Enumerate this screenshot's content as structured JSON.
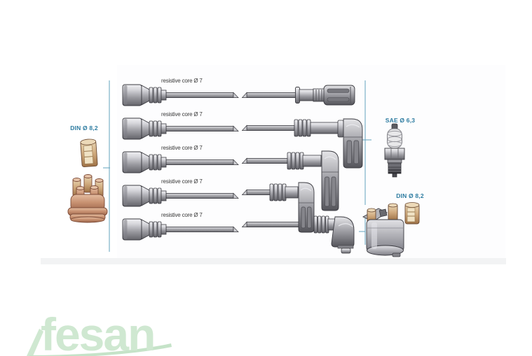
{
  "watermark": {
    "brand": "fesan",
    "color": "#cfe8d1"
  },
  "labels": {
    "distributor_standard": "DIN Ø 8,2",
    "spark_plug_standard": "SAE Ø 6,3",
    "coil_standard": "DIN Ø 8,2"
  },
  "cables": {
    "rows": [
      {
        "label": "resistive core Ø 7"
      },
      {
        "label": "resistive core Ø 7"
      },
      {
        "label": "resistive core Ø 7"
      },
      {
        "label": "resistive core Ø 7"
      },
      {
        "label": "resistive core Ø 7"
      }
    ]
  },
  "icons": {
    "distributor_terminal": "distributor-terminal-icon",
    "distributor_cap": "distributor-cap-icon",
    "spark_plug": "spark-plug-icon",
    "coil_terminal": "coil-terminal-icon",
    "ignition_coil": "ignition-coil-icon"
  },
  "colors": {
    "label_teal": "#2c7ba0",
    "bracket_line": "#62a3bd",
    "metal_gray": "#9b9ba1",
    "terminal_tan": "#d2ad7e",
    "cap_salmon": "#c68f6f",
    "watermark_green": "#cfe8d1"
  }
}
